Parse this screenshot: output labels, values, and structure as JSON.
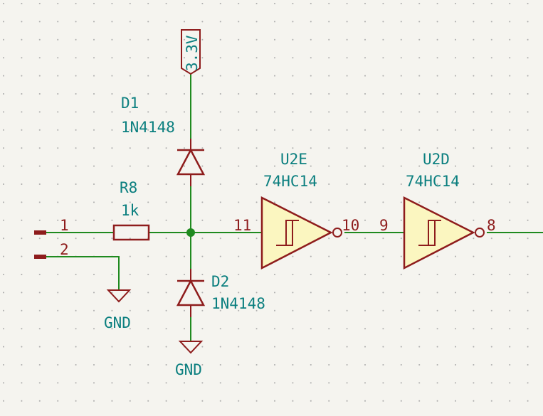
{
  "connector": {
    "pin1": "1",
    "pin2": "2"
  },
  "power": {
    "rail": "3.3V",
    "gnd_left": "GND",
    "gnd_center": "GND"
  },
  "r8": {
    "ref": "R8",
    "value": "1k"
  },
  "d1": {
    "ref": "D1",
    "value": "1N4148"
  },
  "d2": {
    "ref": "D2",
    "value": "1N4148"
  },
  "u2e": {
    "ref": "U2E",
    "value": "74HC14",
    "pin_in": "11",
    "pin_out": "10"
  },
  "u2d": {
    "ref": "U2D",
    "value": "74HC14",
    "pin_in": "9",
    "pin_out": "8"
  },
  "colors": {
    "wire": "#1f8a1f",
    "symbol": "#8e1c1c",
    "label": "#0b7f7f",
    "gate_fill": "#fbf6c0",
    "background": "#f5f4ef"
  }
}
